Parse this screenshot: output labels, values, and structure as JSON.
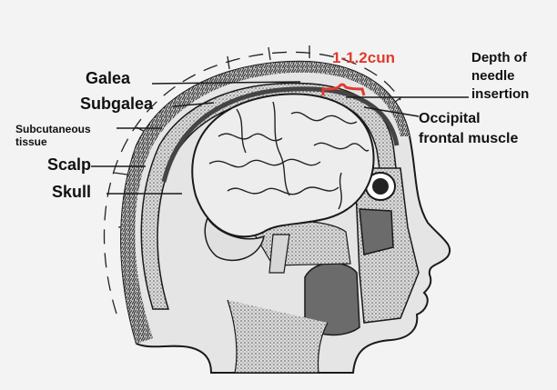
{
  "labels": {
    "galea": "Galea",
    "subgalea": "Subgalea",
    "subcutaneous_line1": "Subcutaneous",
    "subcutaneous_line2": "tissue",
    "scalp": "Scalp",
    "skull": "Skull",
    "depth_value": "1-1.2cun",
    "depth_line1": "Depth of",
    "depth_line2": "needle",
    "depth_line3": "insertion",
    "muscle_line1": "Occipital",
    "muscle_line2": "frontal muscle"
  },
  "colors": {
    "depth_value": "#e03a2f",
    "background": "#f3f3f3",
    "ink": "#1a1a1a"
  }
}
